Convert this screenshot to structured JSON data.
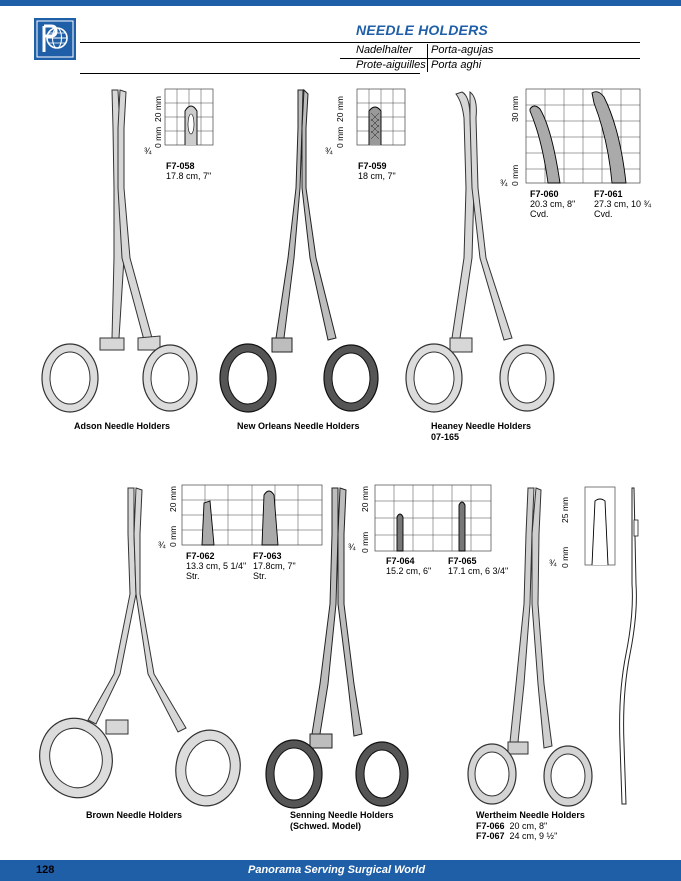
{
  "header": {
    "title": "NEEDLE HOLDERS",
    "de": "Nadelhalter",
    "es": "Porta-agujas",
    "fr": "Prote-aiguilles",
    "it": "Porta aghi",
    "accent": "#1f5fa8"
  },
  "scale": {
    "one_to_one": "¾"
  },
  "products": [
    {
      "name": "Adson Needle Holders",
      "scale_top": "20 mm",
      "scale_bottom": "0 mm",
      "items": [
        {
          "code": "F7-058",
          "size": "17.8 cm, 7\""
        }
      ]
    },
    {
      "name": "New Orleans Needle Holders",
      "scale_top": "20 mm",
      "scale_bottom": "0 mm",
      "items": [
        {
          "code": "F7-059",
          "size": "18 cm, 7\""
        }
      ]
    },
    {
      "name": "Heaney Needle Holders",
      "ref": "07-165",
      "scale_top": "30 mm",
      "scale_bottom": "0 mm",
      "items": [
        {
          "code": "F7-060",
          "size": "20.3 cm, 8\"",
          "note": "Cvd."
        },
        {
          "code": "F7-061",
          "size": "27.3 cm, 10 ¾",
          "note": "Cvd."
        }
      ]
    },
    {
      "name": "Brown Needle Holders",
      "scale_top": "20 mm",
      "scale_bottom": "0 mm",
      "items": [
        {
          "code": "F7-062",
          "size": "13.3 cm, 5 1/4\"",
          "note": "Str."
        },
        {
          "code": "F7-063",
          "size": "17.8cm, 7\"",
          "note": "Str."
        }
      ]
    },
    {
      "name": "Senning Needle Holders",
      "model": "(Schwed. Model)",
      "scale_top": "20 mm",
      "scale_bottom": "0 mm",
      "items": [
        {
          "code": "F7-064",
          "size": "15.2 cm, 6\""
        },
        {
          "code": "F7-065",
          "size": "17.1 cm, 6 3/4\""
        }
      ]
    },
    {
      "name": "Wertheim Needle Holders",
      "scale_top": "25 mm",
      "scale_bottom": "0 mm",
      "items": [
        {
          "code": "F7-066",
          "size": "20 cm, 8\""
        },
        {
          "code": "F7-067",
          "size": "24 cm, 9 ½\""
        }
      ]
    }
  ],
  "footer": {
    "page": "128",
    "slogan": "Panorama Serving Surgical World"
  }
}
